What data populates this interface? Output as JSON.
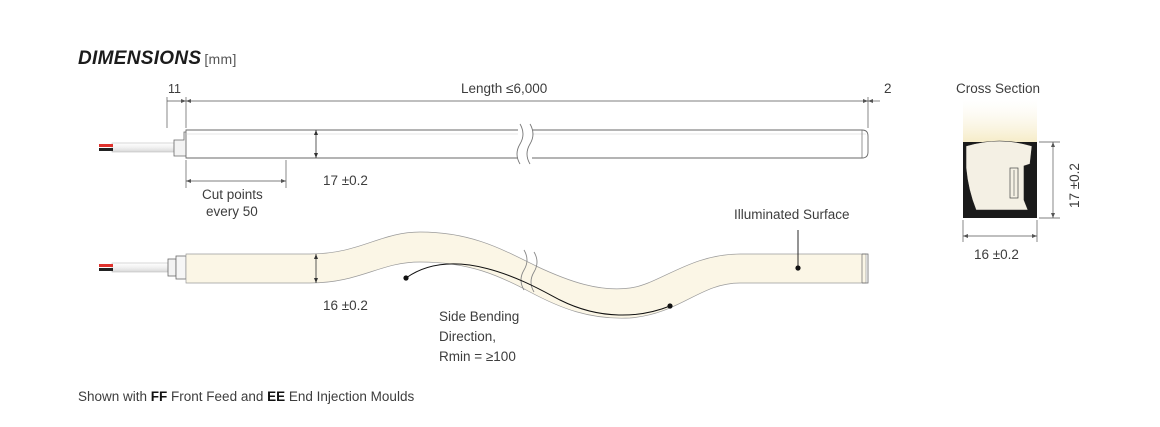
{
  "title": {
    "text": "DIMENSIONS",
    "unit": "[mm]"
  },
  "labels": {
    "dim_11": "11",
    "length": "Length ≤6,000",
    "dim_2": "2",
    "cut_points": "Cut points",
    "cut_every": "every 50",
    "height_top": "17 ±0.2",
    "illuminated": "Illuminated Surface",
    "height_bottom": "16 ±0.2",
    "bend_1": "Side Bending",
    "bend_2": "Direction,",
    "bend_3": "Rmin = ≥100",
    "cross_section": "Cross Section",
    "cross_height": "17 ±0.2",
    "cross_width": "16 ±0.2"
  },
  "footnote": {
    "prefix": "Shown with ",
    "ff": "FF",
    "ff_text": " Front Feed and ",
    "ee": "EE",
    "ee_text": " End Injection Moulds"
  },
  "colors": {
    "glow": "#fbf6e6",
    "outline": "#6a6a6a",
    "profile": "#1a1a1a",
    "wire_red": "#e0322d",
    "wire_black": "#222222"
  }
}
